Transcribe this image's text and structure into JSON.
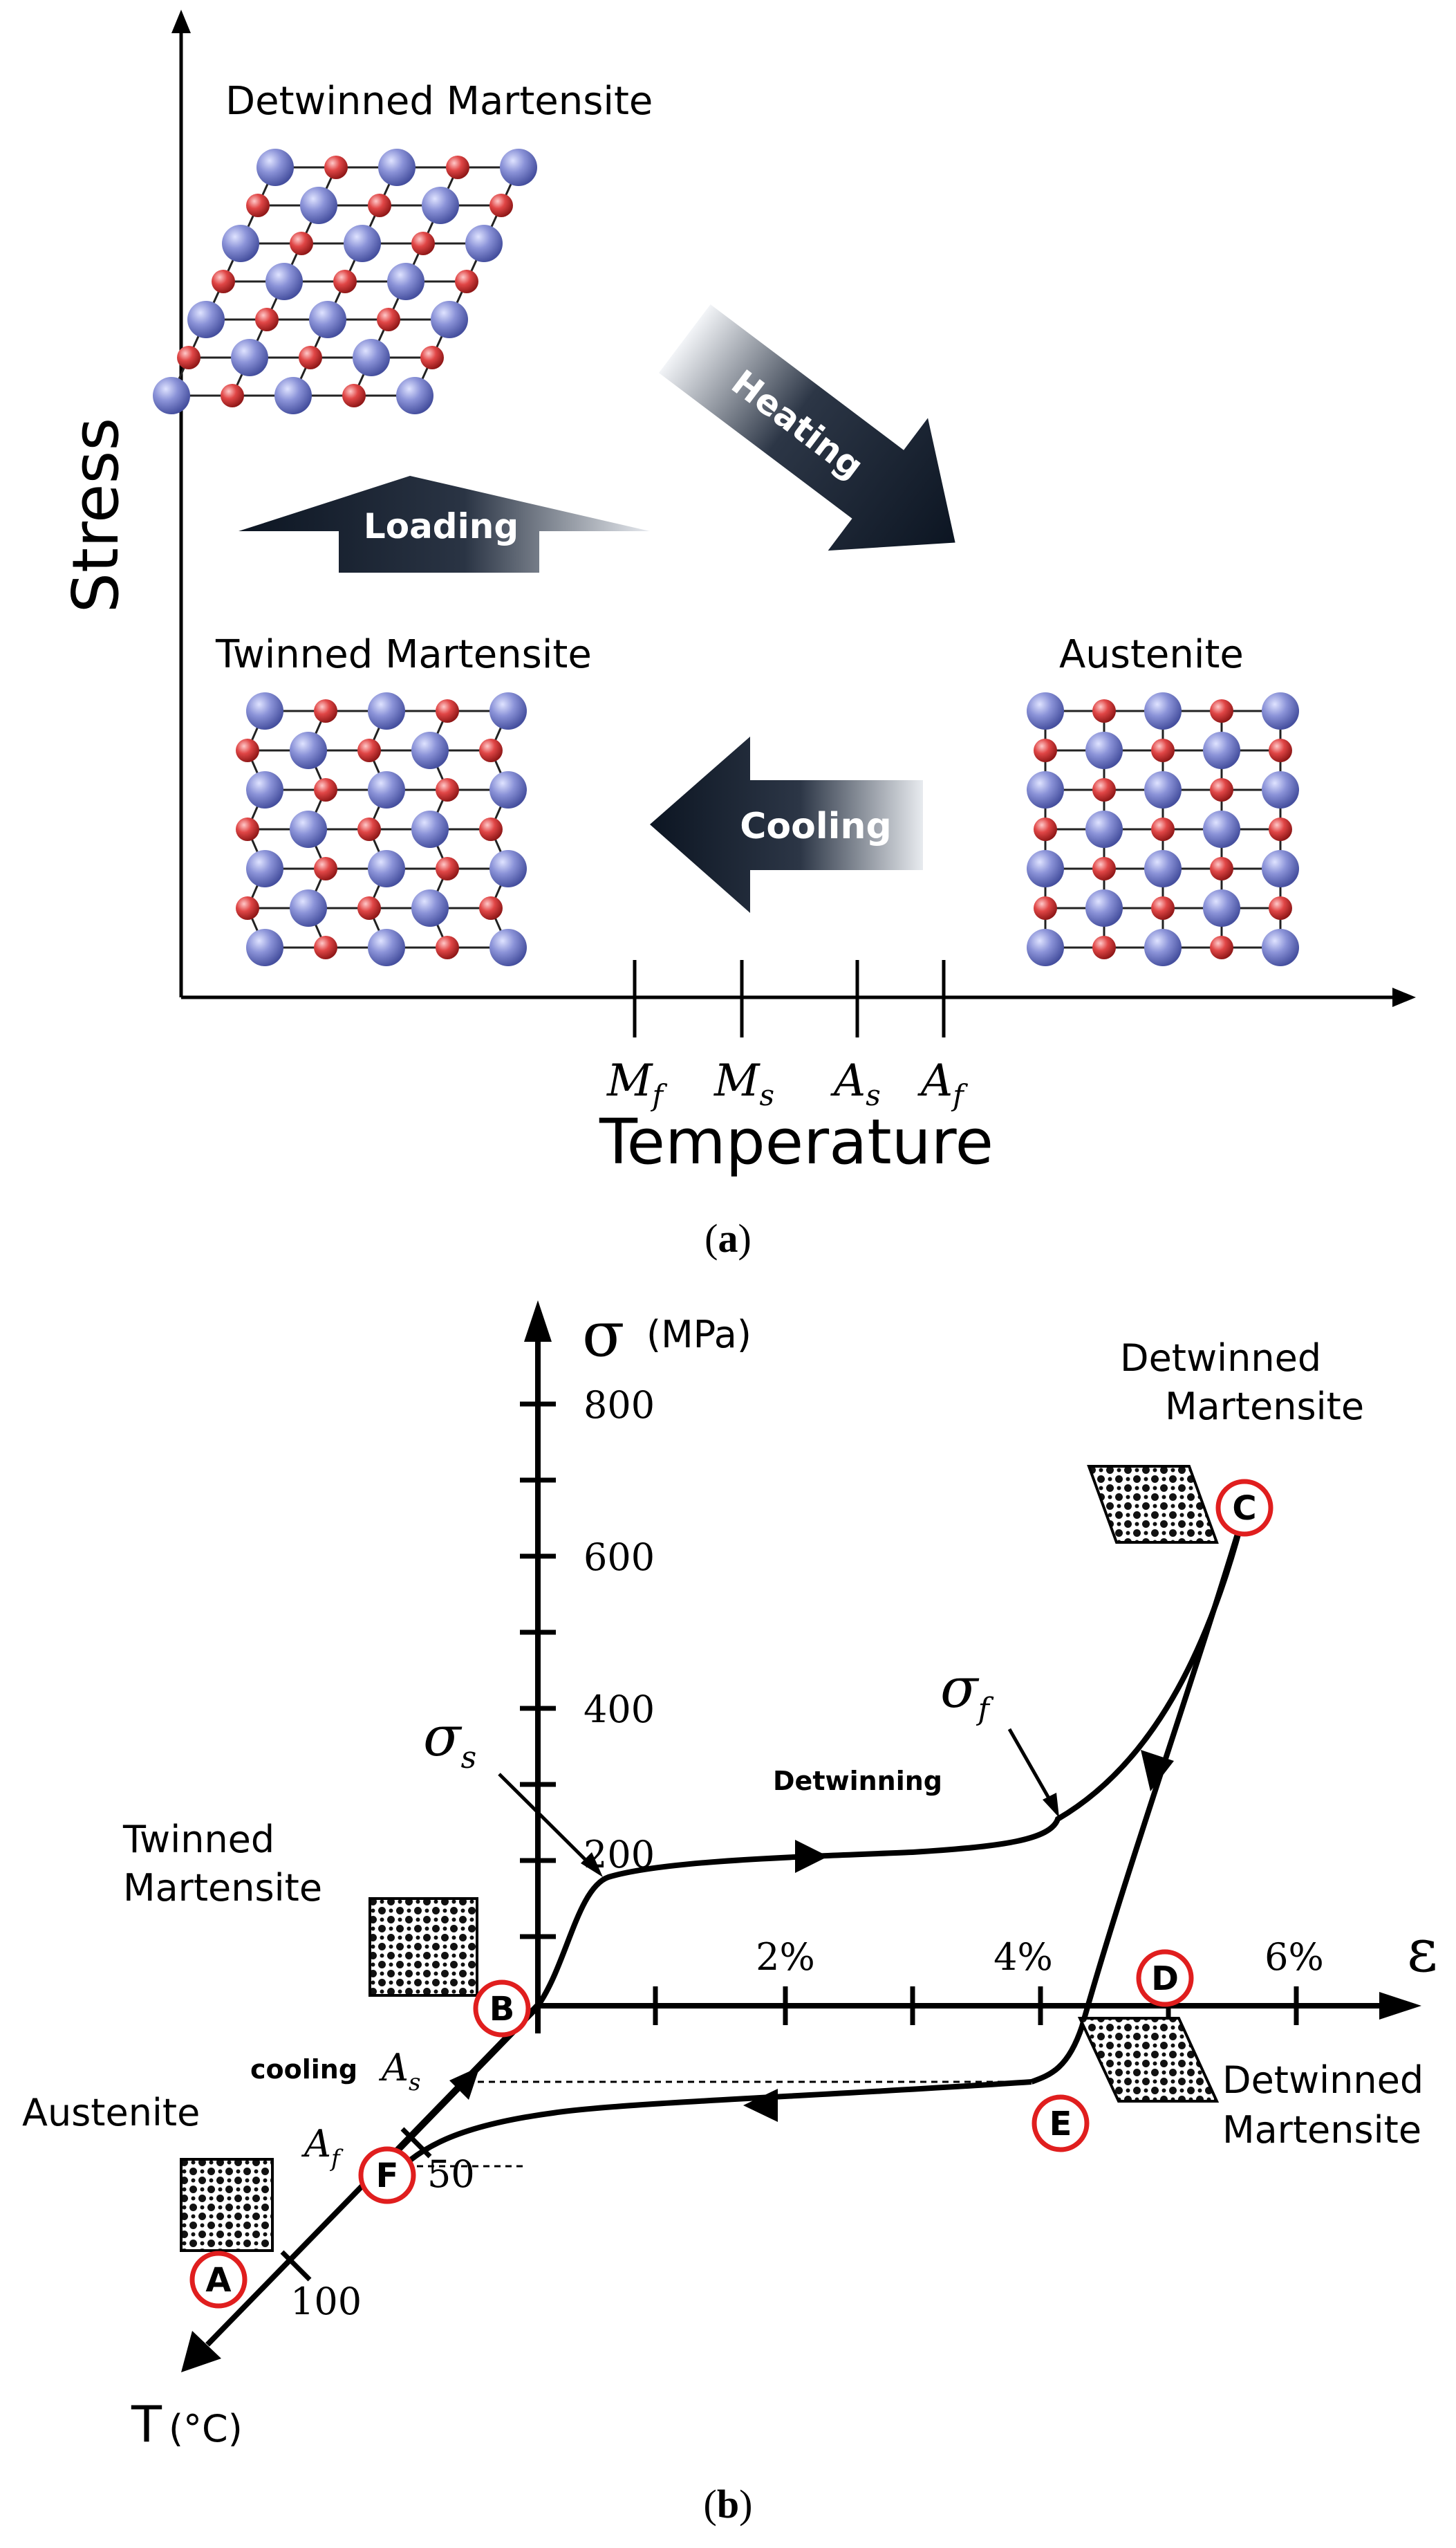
{
  "panel_a": {
    "caption_open": "(",
    "caption_letter": "a",
    "caption_close": ")",
    "y_axis_label": "Stress",
    "x_axis_label": "Temperature",
    "ticks": [
      {
        "base": "M",
        "sub": "f"
      },
      {
        "base": "M",
        "sub": "s"
      },
      {
        "base": "A",
        "sub": "s"
      },
      {
        "base": "A",
        "sub": "f"
      }
    ],
    "phases": {
      "detwinned": "Detwinned Martensite",
      "twinned": "Twinned Martensite",
      "austenite": "Austenite"
    },
    "arrows": {
      "loading": "Loading",
      "heating": "Heating",
      "cooling": "Cooling"
    },
    "colors": {
      "large_atom": "#7f88d0",
      "small_atom": "#d23a3a",
      "arrow_dark": "#0c1522",
      "arrow_text": "#ffffff"
    }
  },
  "panel_b": {
    "caption_open": "(",
    "caption_letter": "b",
    "caption_close": ")",
    "sigma_axis": {
      "symbol": "σ",
      "unit": "(MPa)",
      "ticks": [
        "800",
        "600",
        "400",
        "200"
      ]
    },
    "strain_axis": {
      "symbol": "ε",
      "ticks": [
        "2%",
        "4%",
        "6%"
      ]
    },
    "temp_axis": {
      "symbol": "T",
      "unit": "(°C)",
      "ticks": [
        "50",
        "100"
      ]
    },
    "labels": {
      "sigma_s": "σ",
      "sigma_s_sub": "s",
      "sigma_f": "σ",
      "sigma_f_sub": "f",
      "detwinning": "Detwinning",
      "cooling": "cooling",
      "As": "A",
      "As_sub": "s",
      "Af": "A",
      "Af_sub": "f",
      "twinned_l1": "Twinned",
      "twinned_l2": "Martensite",
      "austenite": "Austenite",
      "detwinned_top_l1": "Detwinned",
      "detwinned_top_l2": "Martensite",
      "detwinned_bot_l1": "Detwinned",
      "detwinned_bot_l2": "Martensite"
    },
    "points": [
      "A",
      "B",
      "C",
      "D",
      "E",
      "F"
    ],
    "colors": {
      "marker_ring": "#e01e1e",
      "curve": "#000000"
    }
  }
}
